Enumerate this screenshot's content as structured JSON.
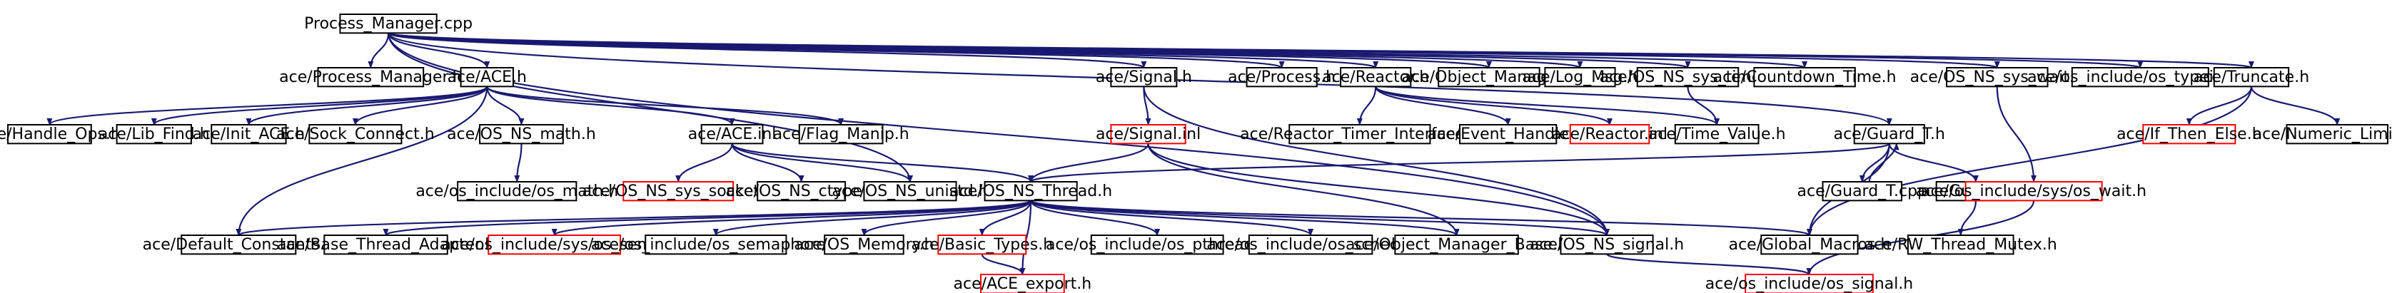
{
  "colors": {
    "edge": "#191970",
    "node_border": "#000000",
    "node_border_external": "#ff0000",
    "root_fill": "#bfbfbf",
    "node_fill": "#ffffff"
  },
  "nodes": [
    {
      "id": "root",
      "label": "Process_Manager.cpp",
      "root": true
    },
    {
      "id": "pm_h",
      "label": "ace/Process_Manager.h"
    },
    {
      "id": "ace_h",
      "label": "ace/ACE.h"
    },
    {
      "id": "signal_h",
      "label": "ace/Signal.h"
    },
    {
      "id": "process_h",
      "label": "ace/Process.h"
    },
    {
      "id": "reactor_h",
      "label": "ace/Reactor.h"
    },
    {
      "id": "objmgr_h",
      "label": "ace/Object_Manager.h"
    },
    {
      "id": "logmsg_h",
      "label": "ace/Log_Msg.h"
    },
    {
      "id": "sys_time_h",
      "label": "ace/OS_NS_sys_time.h"
    },
    {
      "id": "countdown_h",
      "label": "ace/Countdown_Time.h"
    },
    {
      "id": "sys_wait_h",
      "label": "ace/OS_NS_sys_wait.h"
    },
    {
      "id": "typeinfo_h",
      "label": "ace/os_include/os_typeinfo.h"
    },
    {
      "id": "truncate_h",
      "label": "ace/Truncate.h"
    },
    {
      "id": "handle_ops",
      "label": "ace/Handle_Ops.h"
    },
    {
      "id": "lib_find",
      "label": "ace/Lib_Find.h"
    },
    {
      "id": "init_ace",
      "label": "ace/Init_ACE.h"
    },
    {
      "id": "sock_connect",
      "label": "ace/Sock_Connect.h"
    },
    {
      "id": "os_math_h",
      "label": "ace/OS_NS_math.h"
    },
    {
      "id": "ace_inl",
      "label": "ace/ACE.inl"
    },
    {
      "id": "flag_manip",
      "label": "ace/Flag_Manip.h"
    },
    {
      "id": "signal_inl",
      "label": "ace/Signal.inl",
      "external": true
    },
    {
      "id": "rti_h",
      "label": "ace/Reactor_Timer_Interface.h"
    },
    {
      "id": "event_handler",
      "label": "ace/Event_Handler.h"
    },
    {
      "id": "reactor_inl",
      "label": "ace/Reactor.inl",
      "external": true
    },
    {
      "id": "time_value",
      "label": "ace/Time_Value.h"
    },
    {
      "id": "guard_t_h",
      "label": "ace/Guard_T.h"
    },
    {
      "id": "if_then_else",
      "label": "ace/If_Then_Else.h",
      "external": true
    },
    {
      "id": "numeric_limits",
      "label": "ace/Numeric_Limits.h"
    },
    {
      "id": "os_math_inc",
      "label": "ace/os_include/os_math.h"
    },
    {
      "id": "sys_socket",
      "label": "ace/OS_NS_sys_socket.h",
      "external": true
    },
    {
      "id": "ctype_h",
      "label": "ace/OS_NS_ctype.h"
    },
    {
      "id": "unistd_h",
      "label": "ace/OS_NS_unistd.h"
    },
    {
      "id": "thread_h",
      "label": "ace/OS_NS_Thread.h"
    },
    {
      "id": "guard_t_cpp",
      "label": "ace/Guard_T.cpp"
    },
    {
      "id": "guard_t_inl",
      "label": "ace/Guard_T.inl"
    },
    {
      "id": "os_wait_h",
      "label": "ace/os_include/sys/os_wait.h",
      "external": true
    },
    {
      "id": "default_const",
      "label": "ace/Default_Constants.h"
    },
    {
      "id": "base_thread",
      "label": "ace/Base_Thread_Adapter.h"
    },
    {
      "id": "os_sem_h",
      "label": "ace/os_include/sys/os_sem.h",
      "external": true
    },
    {
      "id": "os_semaphore",
      "label": "ace/os_include/os_semaphore.h"
    },
    {
      "id": "os_memory",
      "label": "ace/OS_Memory.h"
    },
    {
      "id": "basic_types",
      "label": "ace/Basic_Types.h",
      "external": true
    },
    {
      "id": "os_pthread",
      "label": "ace/os_include/os_pthread.h"
    },
    {
      "id": "os_sched",
      "label": "ace/os_include/os_sched.h"
    },
    {
      "id": "objmgr_base",
      "label": "ace/Object_Manager_Base.h"
    },
    {
      "id": "os_ns_signal",
      "label": "ace/OS_NS_signal.h"
    },
    {
      "id": "global_macros",
      "label": "ace/Global_Macros.h"
    },
    {
      "id": "rw_mutex",
      "label": "ace/RW_Thread_Mutex.h"
    },
    {
      "id": "ace_export",
      "label": "ace/ACE_export.h",
      "external": true
    },
    {
      "id": "os_signal",
      "label": "ace/os_include/os_signal.h",
      "external": true
    }
  ],
  "edges": [
    [
      "root",
      "pm_h"
    ],
    [
      "root",
      "ace_h"
    ],
    [
      "root",
      "signal_h"
    ],
    [
      "root",
      "process_h"
    ],
    [
      "root",
      "reactor_h"
    ],
    [
      "root",
      "objmgr_h"
    ],
    [
      "root",
      "logmsg_h"
    ],
    [
      "root",
      "sys_time_h"
    ],
    [
      "root",
      "countdown_h"
    ],
    [
      "root",
      "sys_wait_h"
    ],
    [
      "root",
      "typeinfo_h"
    ],
    [
      "root",
      "truncate_h"
    ],
    [
      "root",
      "unistd_h"
    ],
    [
      "root",
      "os_ns_signal"
    ],
    [
      "root",
      "guard_t_h"
    ],
    [
      "ace_h",
      "handle_ops"
    ],
    [
      "ace_h",
      "lib_find"
    ],
    [
      "ace_h",
      "init_ace"
    ],
    [
      "ace_h",
      "sock_connect"
    ],
    [
      "ace_h",
      "os_math_h"
    ],
    [
      "ace_h",
      "ace_inl"
    ],
    [
      "ace_h",
      "flag_manip"
    ],
    [
      "ace_h",
      "default_const"
    ],
    [
      "os_math_h",
      "os_math_inc"
    ],
    [
      "ace_inl",
      "sys_socket"
    ],
    [
      "ace_inl",
      "ctype_h"
    ],
    [
      "ace_inl",
      "unistd_h"
    ],
    [
      "ace_inl",
      "thread_h"
    ],
    [
      "signal_h",
      "signal_inl"
    ],
    [
      "signal_h",
      "os_ns_signal"
    ],
    [
      "signal_inl",
      "thread_h"
    ],
    [
      "signal_inl",
      "objmgr_base"
    ],
    [
      "signal_inl",
      "os_ns_signal"
    ],
    [
      "reactor_h",
      "rti_h"
    ],
    [
      "reactor_h",
      "event_handler"
    ],
    [
      "reactor_h",
      "reactor_inl"
    ],
    [
      "reactor_h",
      "time_value"
    ],
    [
      "sys_time_h",
      "time_value"
    ],
    [
      "guard_t_h",
      "thread_h"
    ],
    [
      "guard_t_h",
      "guard_t_cpp"
    ],
    [
      "guard_t_h",
      "guard_t_inl"
    ],
    [
      "guard_t_h",
      "global_macros"
    ],
    [
      "guard_t_cpp",
      "guard_t_h"
    ],
    [
      "guard_t_inl",
      "rw_mutex"
    ],
    [
      "sys_wait_h",
      "os_wait_h"
    ],
    [
      "os_wait_h",
      "os_signal"
    ],
    [
      "truncate_h",
      "if_then_else"
    ],
    [
      "truncate_h",
      "numeric_limits"
    ],
    [
      "truncate_h",
      "global_macros"
    ],
    [
      "thread_h",
      "default_const"
    ],
    [
      "thread_h",
      "base_thread"
    ],
    [
      "thread_h",
      "os_sem_h"
    ],
    [
      "thread_h",
      "os_semaphore"
    ],
    [
      "thread_h",
      "os_memory"
    ],
    [
      "thread_h",
      "basic_types"
    ],
    [
      "thread_h",
      "ace_export"
    ],
    [
      "thread_h",
      "os_pthread"
    ],
    [
      "thread_h",
      "os_sched"
    ],
    [
      "thread_h",
      "objmgr_base"
    ],
    [
      "thread_h",
      "os_ns_signal"
    ],
    [
      "thread_h",
      "global_macros"
    ],
    [
      "basic_types",
      "ace_export"
    ],
    [
      "os_ns_signal",
      "os_signal"
    ]
  ]
}
